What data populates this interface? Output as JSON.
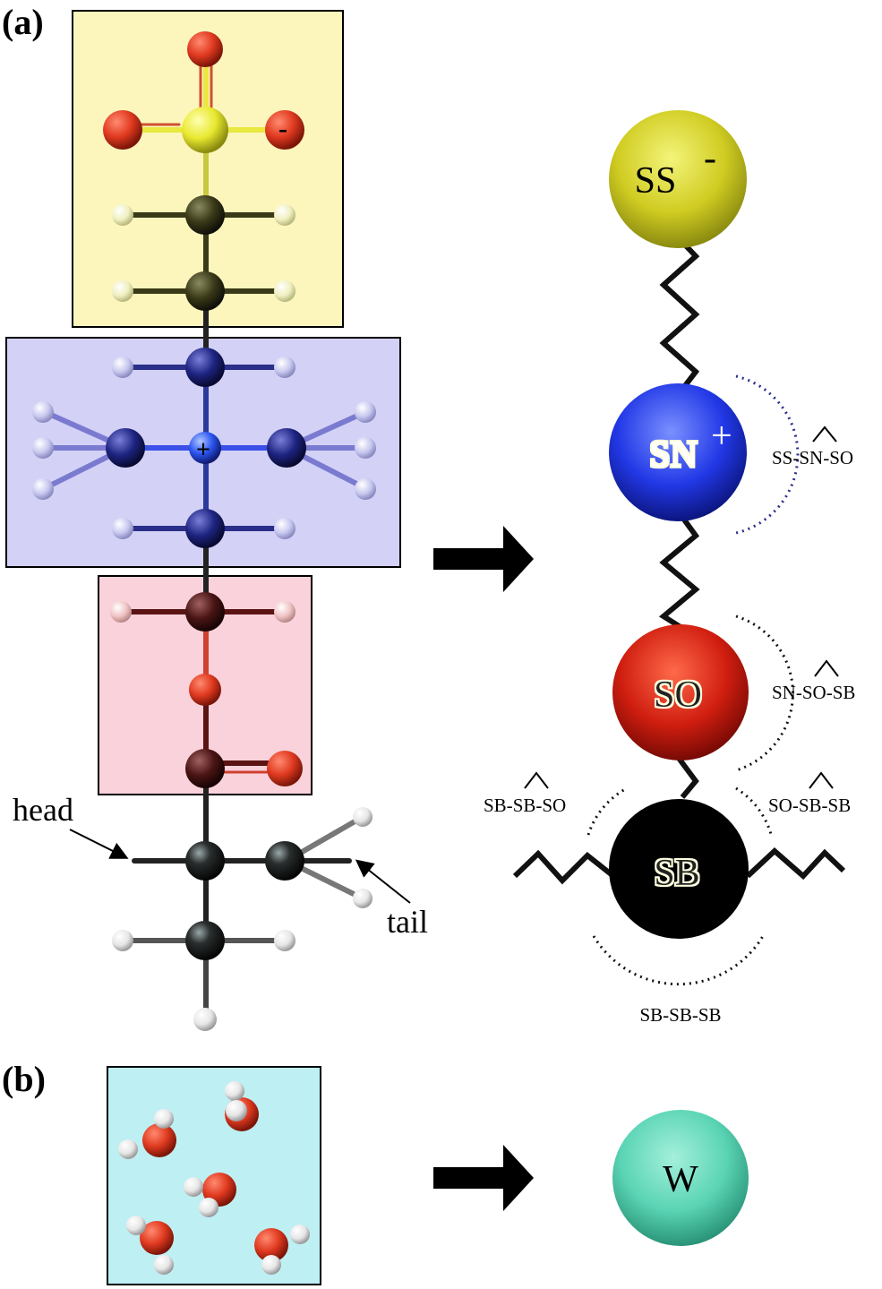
{
  "panels": {
    "a": "(a)",
    "b": "(b)"
  },
  "atomistic": {
    "head_label": "head",
    "tail_label": "tail",
    "minus_sign": "-",
    "plus_sign": "+"
  },
  "beads": [
    {
      "id": "SS",
      "label": "SS",
      "charge": "-",
      "color": "#d2d02a"
    },
    {
      "id": "SN",
      "label": "SN",
      "charge": "+",
      "color": "#2a3de8"
    },
    {
      "id": "SO",
      "label": "SO",
      "charge": "",
      "color": "#d21e12"
    },
    {
      "id": "SB",
      "label": "SB",
      "charge": "",
      "color": "#111111"
    },
    {
      "id": "W",
      "label": "W",
      "charge": "",
      "color": "#5cd6b8"
    }
  ],
  "angles": {
    "ss_sn_so": {
      "pre": "SS-",
      "mid": "SN",
      "post": "-SO"
    },
    "sn_so_sb": {
      "pre": "SN-",
      "mid": "SO",
      "post": "-SB"
    },
    "sb_sb_so": {
      "pre": "SB-",
      "mid": "SB",
      "post": "-SO"
    },
    "so_sb_sb": {
      "pre": "SO-",
      "mid": "SB",
      "post": "-SB"
    },
    "sb_sb_sb": "SB-SB-SB"
  },
  "colors": {
    "sulfonate_box": "#fdf6bc",
    "ammonium_box": "#d3d1f6",
    "ester_box": "#f9d2db",
    "water_box": "#bdeff3"
  }
}
